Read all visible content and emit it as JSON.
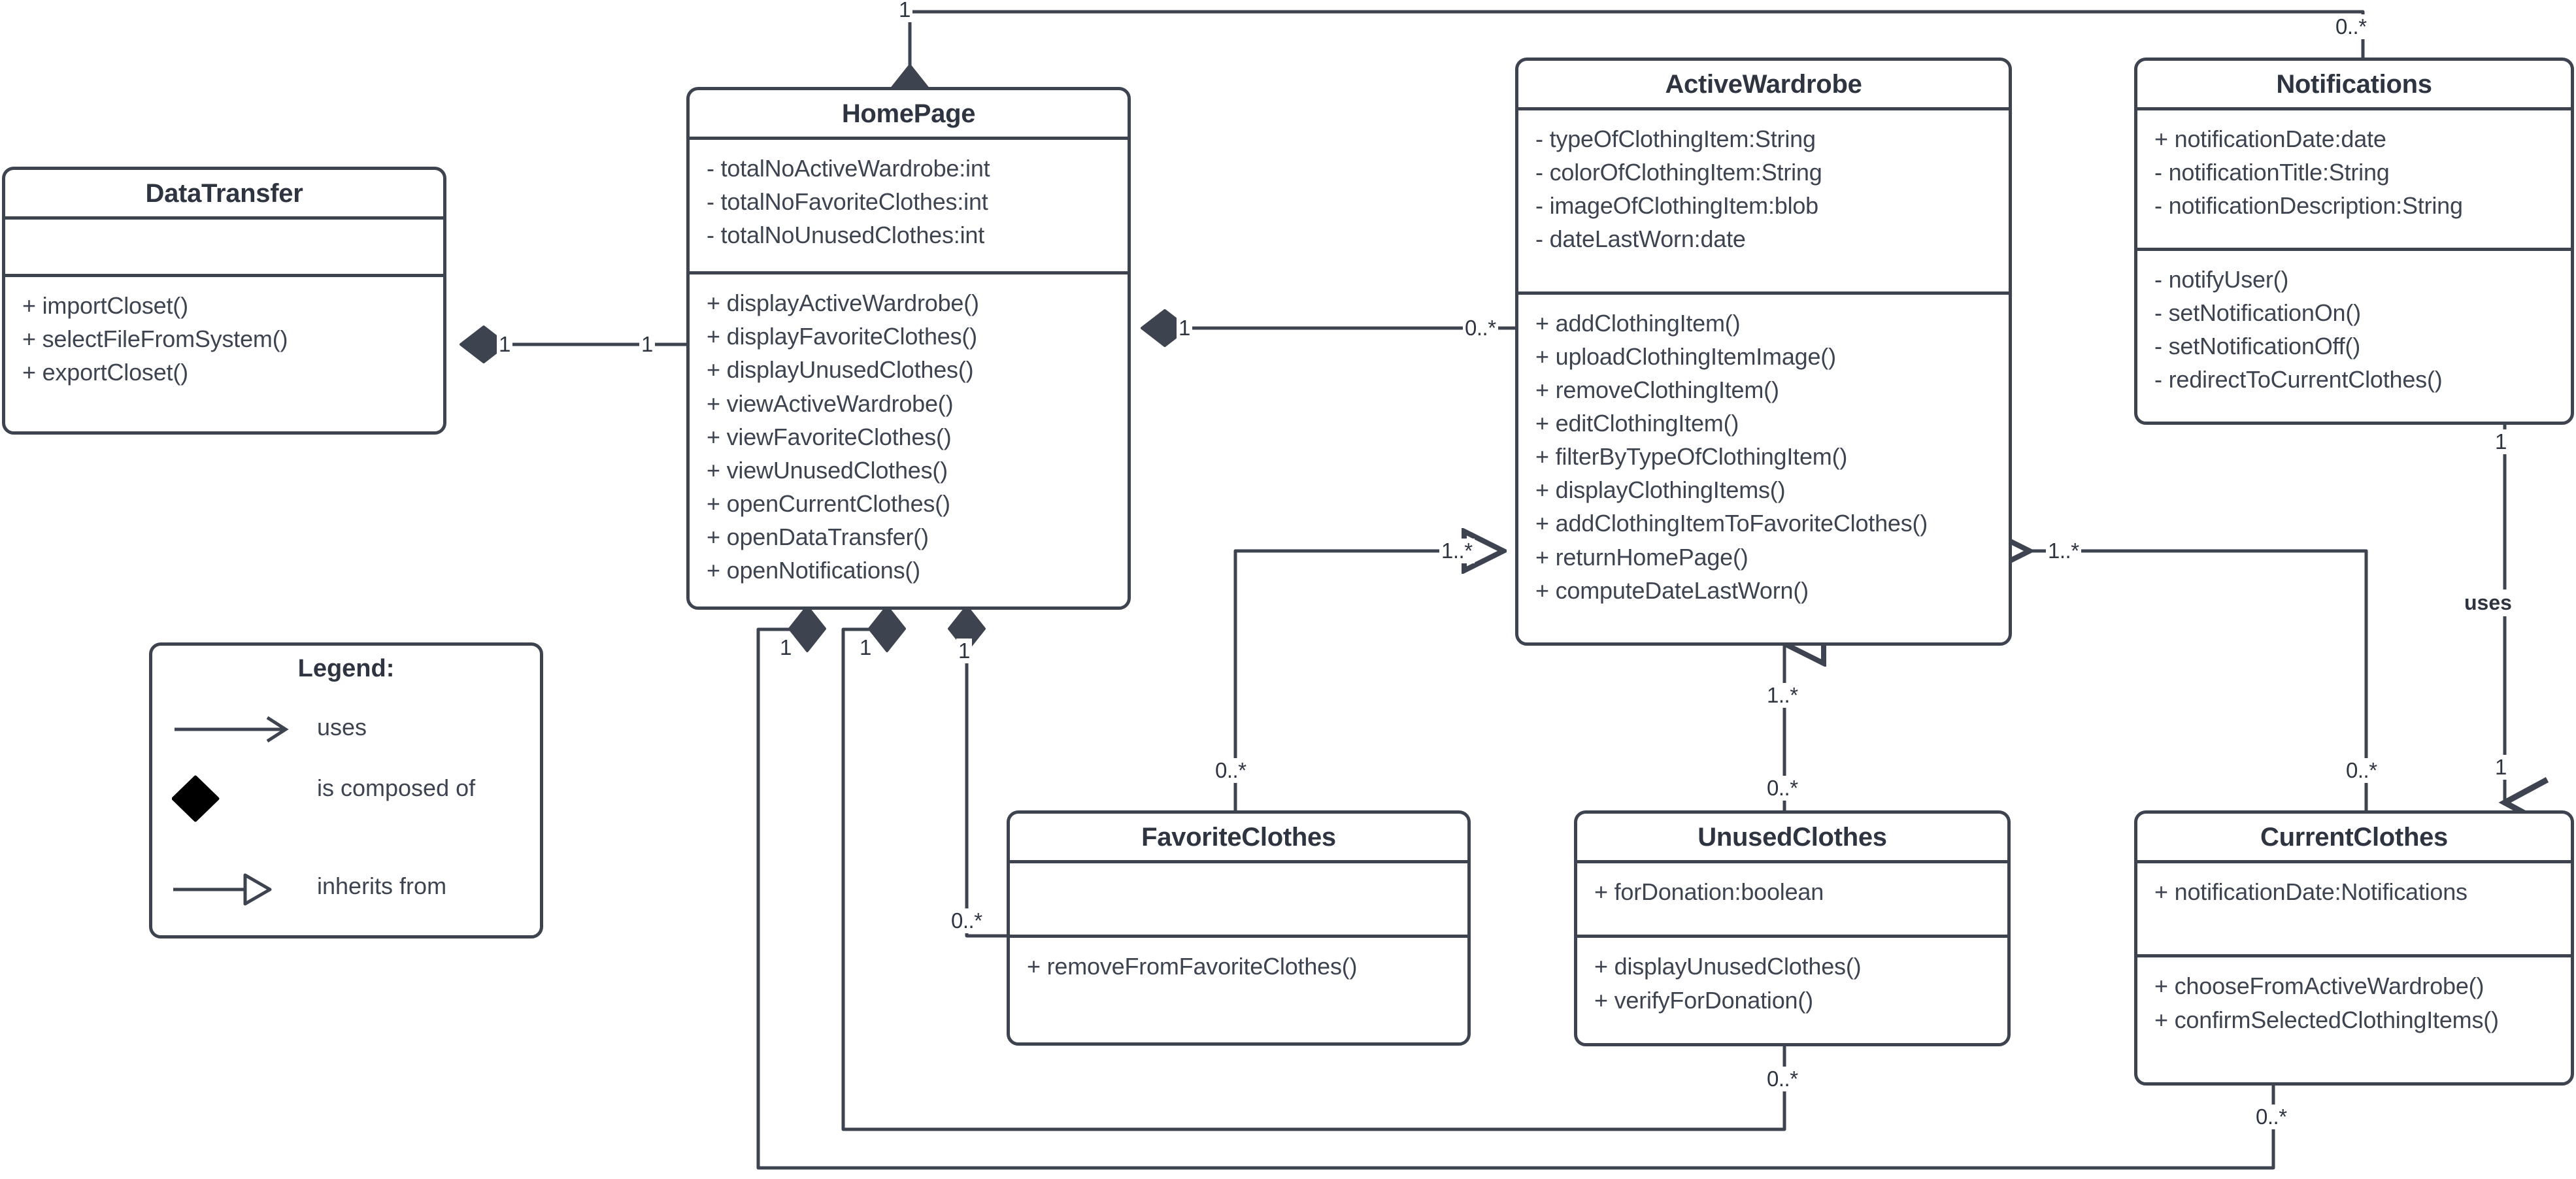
{
  "diagram": {
    "kind": "uml-class-diagram",
    "stroke_color": "#3d4450",
    "background_color": "#ffffff"
  },
  "classes": [
    {
      "id": "datatransfer",
      "name": "DataTransfer",
      "attributes": [],
      "methods": [
        "+ importCloset()",
        "+ selectFileFromSystem()",
        "+ exportCloset()"
      ]
    },
    {
      "id": "homepage",
      "name": "HomePage",
      "attributes": [
        "- totalNoActiveWardrobe:int",
        "- totalNoFavoriteClothes:int",
        "- totalNoUnusedClothes:int"
      ],
      "methods": [
        "+ displayActiveWardrobe()",
        "+ displayFavoriteClothes()",
        "+ displayUnusedClothes()",
        "+ viewActiveWardrobe()",
        "+ viewFavoriteClothes()",
        "+ viewUnusedClothes()",
        "+ openCurrentClothes()",
        "+ openDataTransfer()",
        "+ openNotifications()"
      ]
    },
    {
      "id": "activewardrobe",
      "name": "ActiveWardrobe",
      "attributes": [
        "- typeOfClothingItem:String",
        "- colorOfClothingItem:String",
        "- imageOfClothingItem:blob",
        "- dateLastWorn:date"
      ],
      "methods": [
        "+ addClothingItem()",
        "+ uploadClothingItemImage()",
        "+ removeClothingItem()",
        "+ editClothingItem()",
        "+ filterByTypeOfClothingItem()",
        "+ displayClothingItems()",
        "+ addClothingItemToFavoriteClothes()",
        "+ returnHomePage()",
        "+ computeDateLastWorn()"
      ]
    },
    {
      "id": "notifications",
      "name": "Notifications",
      "attributes": [
        "+ notificationDate:date",
        "- notificationTitle:String",
        "- notificationDescription:String"
      ],
      "methods": [
        "- notifyUser()",
        "- setNotificationOn()",
        "- setNotificationOff()",
        "- redirectToCurrentClothes()"
      ]
    },
    {
      "id": "favoriteclothes",
      "name": "FavoriteClothes",
      "attributes": [],
      "methods": [
        "+ removeFromFavoriteClothes()"
      ]
    },
    {
      "id": "unusedclothes",
      "name": "UnusedClothes",
      "attributes": [
        "+ forDonation:boolean"
      ],
      "methods": [
        "+ displayUnusedClothes()",
        "+ verifyForDonation()"
      ]
    },
    {
      "id": "currentclothes",
      "name": "CurrentClothes",
      "attributes": [
        "+ notificationDate:Notifications"
      ],
      "methods": [
        "+ chooseFromActiveWardrobe()",
        "+ confirmSelectedClothingItems()"
      ]
    }
  ],
  "legend": {
    "title": "Legend:",
    "items": [
      {
        "symbol": "arrow-open-icon",
        "label": "uses"
      },
      {
        "symbol": "filled-diamond-icon",
        "label": "is composed of"
      },
      {
        "symbol": "hollow-triangle-icon",
        "label": "inherits from"
      }
    ]
  },
  "multiplicities": {
    "homepage_top_notifications_src": "1",
    "homepage_top_notifications_dst": "0..*",
    "datatransfer_to_homepage_src": "1",
    "datatransfer_to_homepage_dst": "1",
    "homepage_to_activewardrobe_src": "1",
    "homepage_to_activewardrobe_dst": "0..*",
    "favoriteclothes_inherit": "1..*",
    "currentclothes_inherit": "1..*",
    "unusedclothes_inherit_top": "1..*",
    "unusedclothes_inherit_bottom": "0..*",
    "homepage_comp_a": "1",
    "homepage_comp_b": "1",
    "homepage_comp_c": "1",
    "favoriteclothes_left": "0..*",
    "favoriteclothes_top": "0..*",
    "unusedclothes_bottom": "0..*",
    "currentclothes_top": "0..*",
    "currentclothes_bottom": "0..*",
    "currentclothes_right_src": "1",
    "currentclothes_right_dst": "1"
  },
  "edge_labels": {
    "notifications_uses_currentclothes": "uses"
  }
}
